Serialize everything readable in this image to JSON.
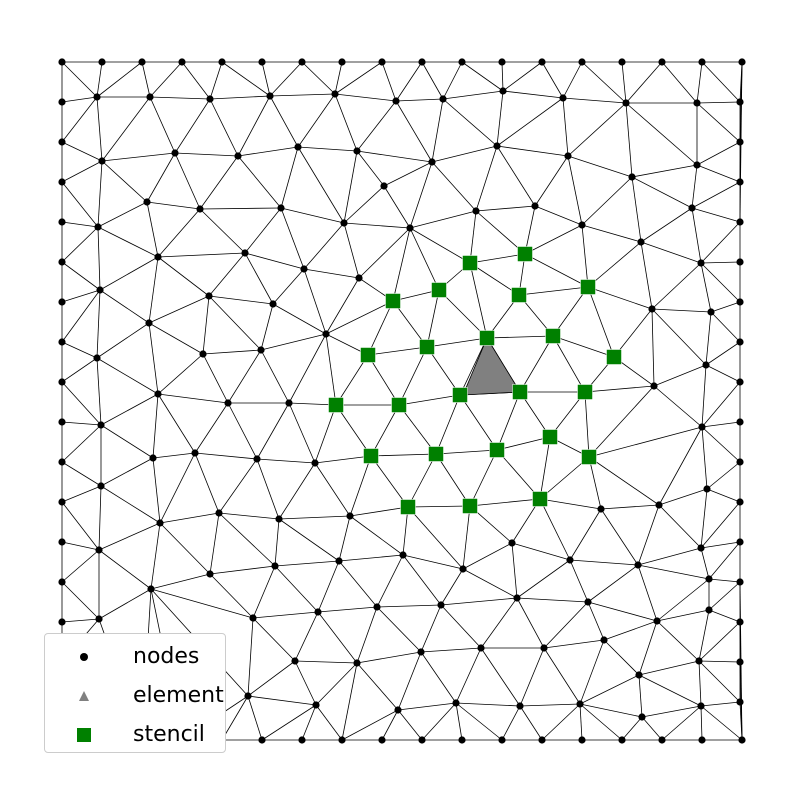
{
  "legend": {
    "nodes_label": "nodes",
    "element_label": "element",
    "stencil_label": "stencil"
  },
  "colors": {
    "node": "#000000",
    "element": "#808080",
    "stencil": "#008000",
    "edge": "#000000"
  }
}
